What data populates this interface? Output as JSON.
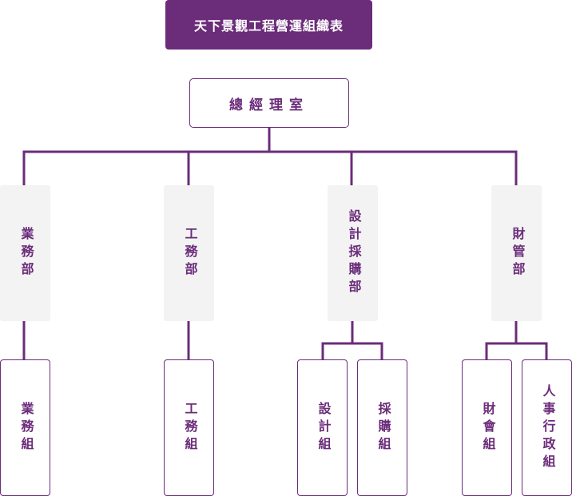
{
  "title": "天下景觀工程營運組織表",
  "general_manager": "總經理室",
  "departments": [
    {
      "name": "業務部",
      "teams": [
        "業務組"
      ]
    },
    {
      "name": "工務部",
      "teams": [
        "工務組"
      ]
    },
    {
      "name": "設計採購部",
      "teams": [
        "設計組",
        "採購組"
      ]
    },
    {
      "name": "財管部",
      "teams": [
        "財會組",
        "人事行政組"
      ]
    }
  ],
  "colors": {
    "accent": "#6b2c7a",
    "dept_bg": "#f3f3f3",
    "title_text": "#ffffff"
  }
}
